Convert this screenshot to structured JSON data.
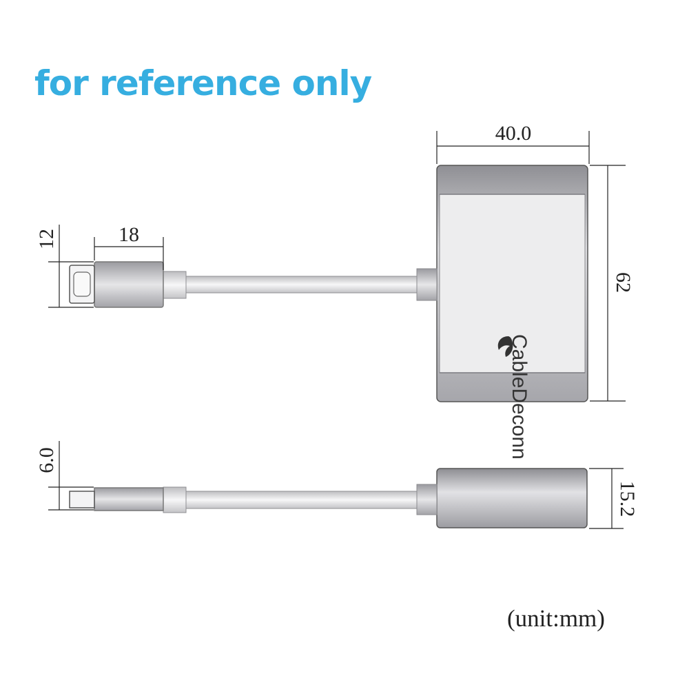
{
  "header": {
    "note": "for reference only"
  },
  "top_view": {
    "dim_body_width": "40.0",
    "dim_body_height": "62",
    "dim_plug_height": "12",
    "dim_plug_length": "18",
    "brand_label": "CableDeconn"
  },
  "side_view": {
    "dim_plug_thickness": "6.0",
    "dim_body_thickness": "15.2"
  },
  "footer": {
    "unit_note": "(unit:mm)"
  },
  "colors": {
    "headline": "#36aee0",
    "body_metal": "#b9b9bd",
    "face": "#ededee"
  }
}
